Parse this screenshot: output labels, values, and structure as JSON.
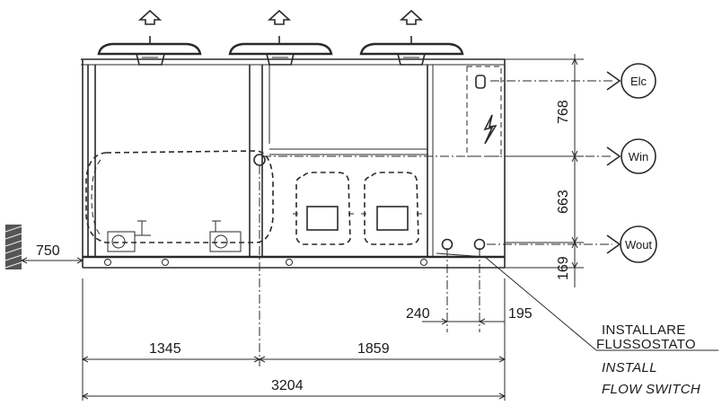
{
  "dimensions": {
    "clearance": "750",
    "height_top": "768",
    "height_mid": "663",
    "height_bottom": "169",
    "offset_left": "240",
    "offset_right": "195",
    "width_left": "1345",
    "width_right": "1859",
    "width_total": "3204"
  },
  "connections": {
    "electrical": "Elc",
    "water_in": "Win",
    "water_out": "Wout"
  },
  "note": {
    "line1_it": "INSTALLARE",
    "line2_it": "FLUSSOSTATO",
    "line1_en": "INSTALL",
    "line2_en": "FLOW SWITCH"
  }
}
